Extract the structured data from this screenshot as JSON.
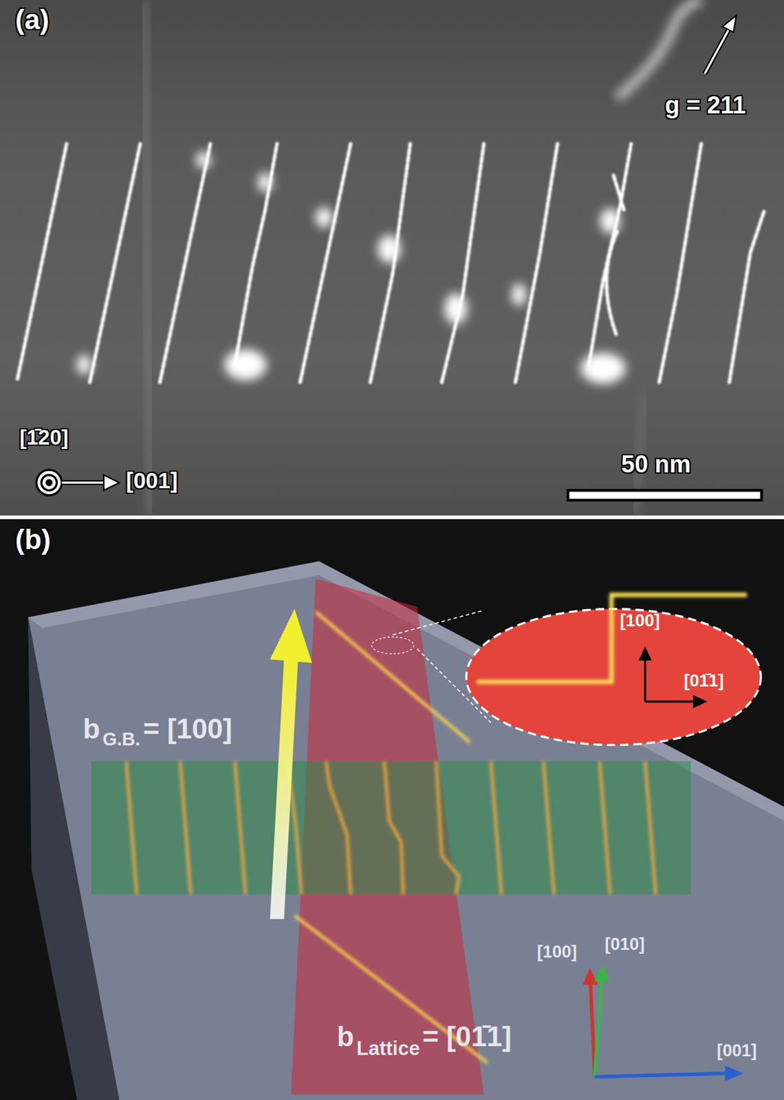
{
  "diagram": {
    "labels": [
      "(a)",
      "g = 211",
      "[1̄20]",
      "[001]",
      "50 nm",
      "(b)",
      "b",
      "G.B.",
      "= [100]",
      "[100]",
      "[01̄1]",
      "b",
      "Lattice",
      "= [01̄1]",
      "[100]",
      "[010]",
      "[001]"
    ]
  }
}
